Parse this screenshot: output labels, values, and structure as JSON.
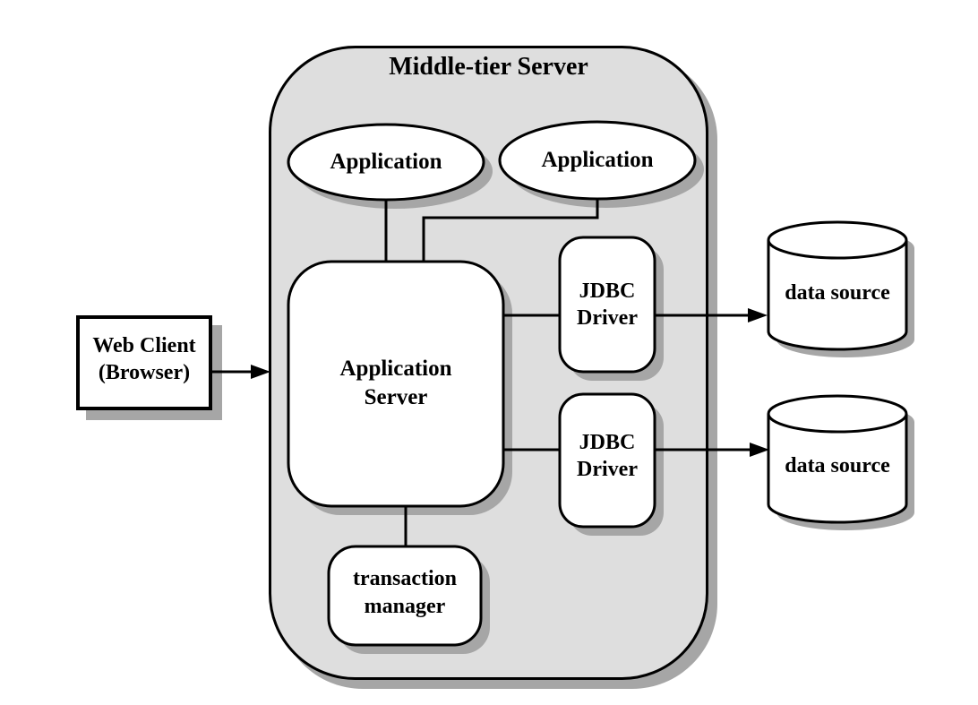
{
  "diagram": {
    "colors": {
      "background": "#ffffff",
      "container_fill": "#dedede",
      "node_fill": "#ffffff",
      "stroke": "#000000",
      "text": "#000000",
      "shadow": "#a6a6a6"
    },
    "container": {
      "label": "Middle-tier Server"
    },
    "nodes": {
      "web_client": {
        "line1": "Web Client",
        "line2": "(Browser)",
        "shape": "rectangle"
      },
      "application_1": {
        "label": "Application",
        "shape": "ellipse"
      },
      "application_2": {
        "label": "Application",
        "shape": "ellipse"
      },
      "application_server": {
        "line1": "Application",
        "line2": "Server",
        "shape": "rounded-rectangle"
      },
      "jdbc_driver_1": {
        "line1": "JDBC",
        "line2": "Driver",
        "shape": "rounded-rectangle"
      },
      "jdbc_driver_2": {
        "line1": "JDBC",
        "line2": "Driver",
        "shape": "rounded-rectangle"
      },
      "transaction_manager": {
        "line1": "transaction",
        "line2": "manager",
        "shape": "rounded-rectangle"
      },
      "data_source_1": {
        "label": "data source",
        "shape": "cylinder"
      },
      "data_source_2": {
        "label": "data source",
        "shape": "cylinder"
      }
    },
    "edges": [
      {
        "from": "web-client",
        "to": "middle-tier-server",
        "type": "arrow"
      },
      {
        "from": "application-1",
        "to": "application-server",
        "type": "line"
      },
      {
        "from": "application-2",
        "to": "application-server",
        "type": "line"
      },
      {
        "from": "application-server",
        "to": "jdbc-driver-1",
        "type": "line"
      },
      {
        "from": "jdbc-driver-1",
        "to": "data-source-1",
        "type": "arrow"
      },
      {
        "from": "application-server",
        "to": "jdbc-driver-2",
        "type": "line"
      },
      {
        "from": "jdbc-driver-2",
        "to": "data-source-2",
        "type": "arrow"
      },
      {
        "from": "application-server",
        "to": "transaction-manager",
        "type": "line"
      }
    ]
  }
}
